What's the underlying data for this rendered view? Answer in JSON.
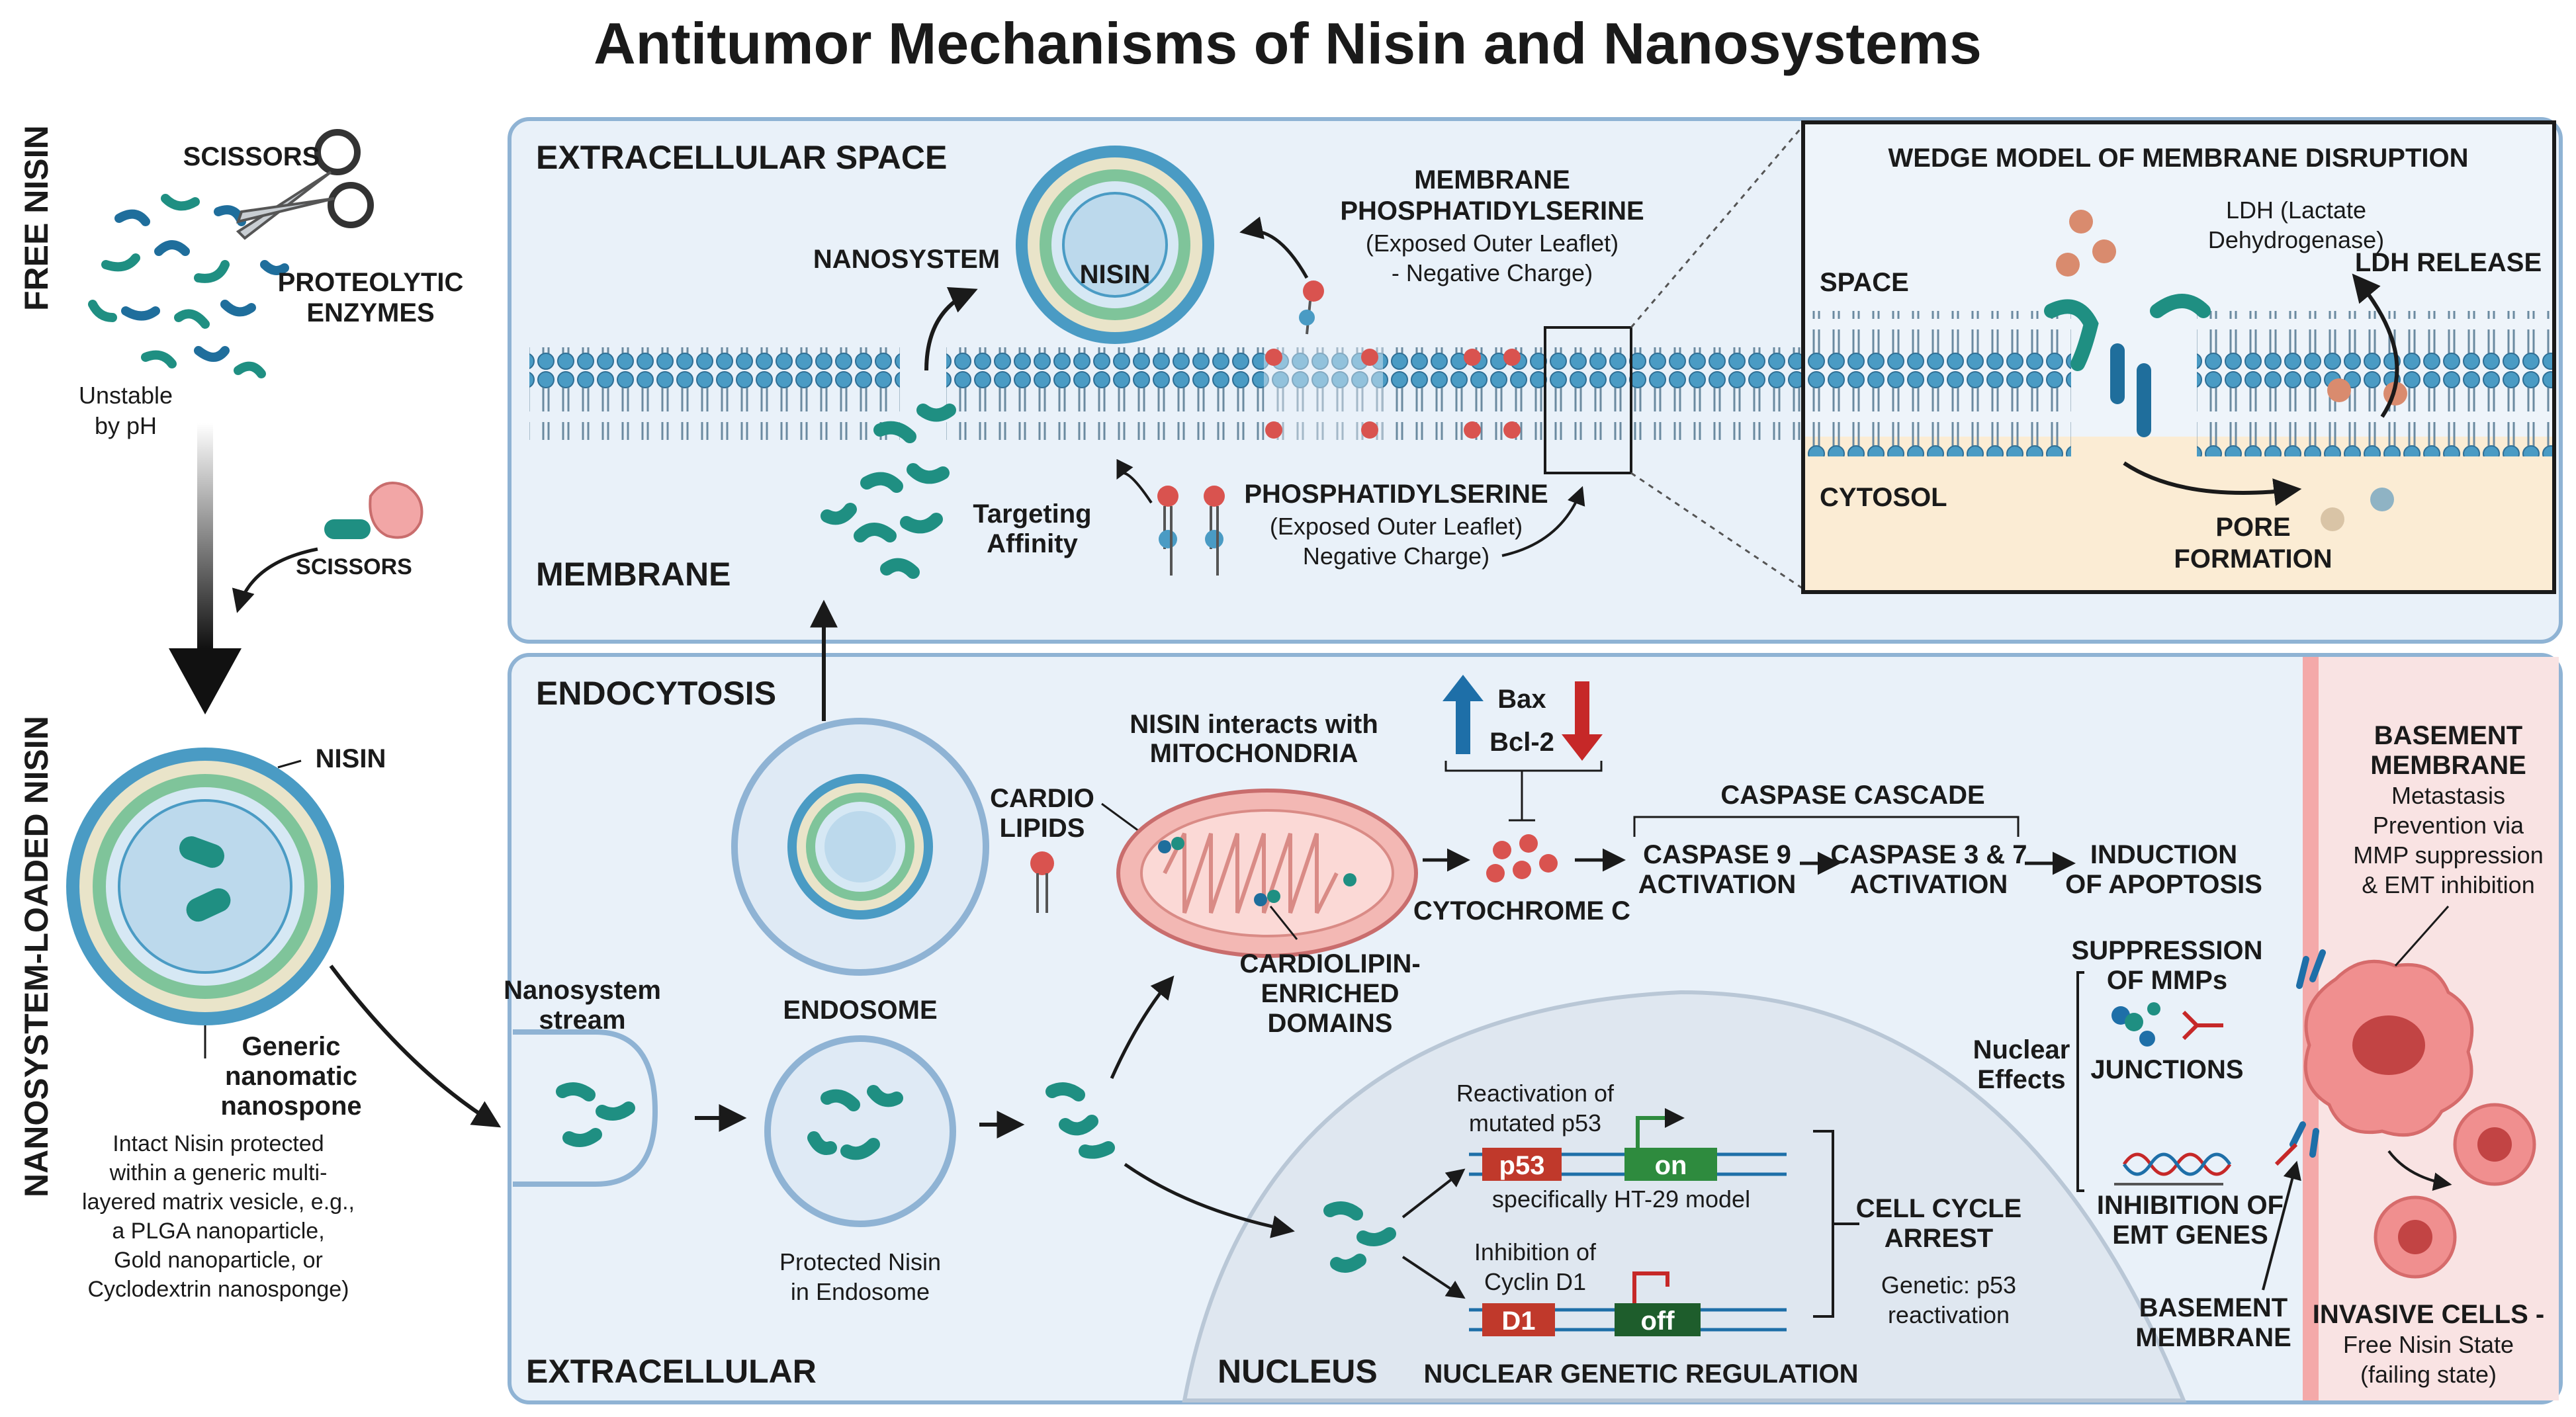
{
  "title": "Antitumor Mechanisms of Nisin and Nanosystems",
  "left_panel": {
    "free_nisin": "FREE NISIN",
    "scissors_1": "SCISSORS",
    "proteolytic_1": "PROTEOLYTIC",
    "proteolytic_2": "ENZYMES",
    "unstable_1": "Unstable",
    "unstable_2": "by pH",
    "scissors_2": "SCISSORS",
    "loaded": "NANOSYSTEM-LOADED NISIN",
    "nisin": "NISIN",
    "generic_1": "Generic",
    "generic_2": "nanomatic",
    "generic_3": "nanospone",
    "intact_1": "Intact Nisin protected",
    "intact_2": "within a generic multi-",
    "intact_3": "layered matrix vesicle, e.g.,",
    "intact_4": "a PLGA nanoparticle,",
    "intact_5": "Gold nanoparticle, or",
    "intact_6": "Cyclodextrin nanosponge)"
  },
  "membrane_panel": {
    "extracellular_space": "EXTRACELLULAR SPACE",
    "nanosystem": "NANOSYSTEM",
    "nisin": "NISIN",
    "ps_top_1": "MEMBRANE",
    "ps_top_2": "PHOSPHATIDYLSERINE",
    "ps_top_3": "(Exposed Outer Leaflet)",
    "ps_top_4": "- Negative Charge)",
    "targeting_1": "Targeting",
    "targeting_2": "Affinity",
    "ps_bot_1": "PHOSPHATIDYLSERINE",
    "ps_bot_2": "(Exposed Outer Leaflet)",
    "ps_bot_3": "Negative Charge)",
    "membrane": "MEMBRANE"
  },
  "wedge_panel": {
    "title": "WEDGE MODEL OF MEMBRANE DISRUPTION",
    "ldh_1": "LDH (Lactate",
    "ldh_2": "Dehydrogenase)",
    "ldh_release": "LDH RELEASE",
    "space": "SPACE",
    "cytosol": "CYTOSOL",
    "pore_1": "PORE",
    "pore_2": "FORMATION"
  },
  "lower_panel": {
    "endocytosis": "ENDOCYTOSIS",
    "nisin_interacts_1": "NISIN interacts with",
    "nisin_interacts_2": "MITOCHONDRIA",
    "bax": "Bax",
    "bcl2": "Bcl-2",
    "cardio_1": "CARDIO",
    "cardio_2": "LIPIDS",
    "caspase_cascade": "CASPASE CASCADE",
    "cytochrome": "CYTOCHROME C",
    "casp9_1": "CASPASE 9",
    "casp9_2": "ACTIVATION",
    "casp37_1": "CASPASE 3 & 7",
    "casp37_2": "ACTIVATION",
    "apop_1": "INDUCTION",
    "apop_2": "OF APOPTOSIS",
    "cardiolipin_1": "CARDIOLIPIN-",
    "cardiolipin_2": "ENRICHED",
    "cardiolipin_3": "DOMAINS",
    "nano_stream_1": "Nanosystem",
    "nano_stream_2": "stream",
    "endosome": "ENDOSOME",
    "protected_1": "Protected Nisin",
    "protected_2": "in Endosome",
    "extracellular": "EXTRACELLULAR",
    "nucleus": "NUCLEUS",
    "nuclear_genetic": "NUCLEAR GENETIC REGULATION",
    "reactivation_1": "Reactivation of",
    "reactivation_2": "mutated p53",
    "p53": "p53",
    "on": "on",
    "ht29": "specifically HT-29 model",
    "inhibition_1": "Inhibition of",
    "inhibition_2": "Cyclin D1",
    "d1": "D1",
    "off": "off",
    "cell_cycle_1": "CELL CYCLE",
    "cell_cycle_2": "ARREST",
    "genetic_1": "Genetic: p53",
    "genetic_2": "reactivation",
    "suppression_1": "SUPPRESSION",
    "suppression_2": "OF MMPs",
    "nuclear_effects_1": "Nuclear",
    "nuclear_effects_2": "Effects",
    "junctions": "JUNCTIONS",
    "emt_1": "INHIBITION OF",
    "emt_2": "EMT GENES",
    "bm_label_1": "BASEMENT",
    "bm_label_2": "MEMBRANE"
  },
  "right_panel": {
    "bm_1": "BASEMENT",
    "bm_2": "MEMBRANE",
    "meta_1": "Metastasis",
    "meta_2": "Prevention via",
    "meta_3": "MMP suppression",
    "meta_4": "& EMT inhibition",
    "invasive_1": "INVASIVE CELLS -",
    "invasive_2": "Free Nisin State",
    "invasive_3": "(failing state)"
  },
  "colors": {
    "panel_fill": "#e9f1f9",
    "panel_stroke": "#8fb3d4",
    "nisin_teal": "#1f8f82",
    "lipid_head": "#4a9bc4",
    "ps_red": "#d9534f",
    "mito_fill": "#f3b8b4",
    "cytosol": "#fbecd4",
    "bm_pink": "#f7dede",
    "on_green": "#2e8b3e",
    "p53_red": "#c0392b",
    "arrow_blue": "#1e6fa8",
    "arrow_red": "#c62828"
  }
}
